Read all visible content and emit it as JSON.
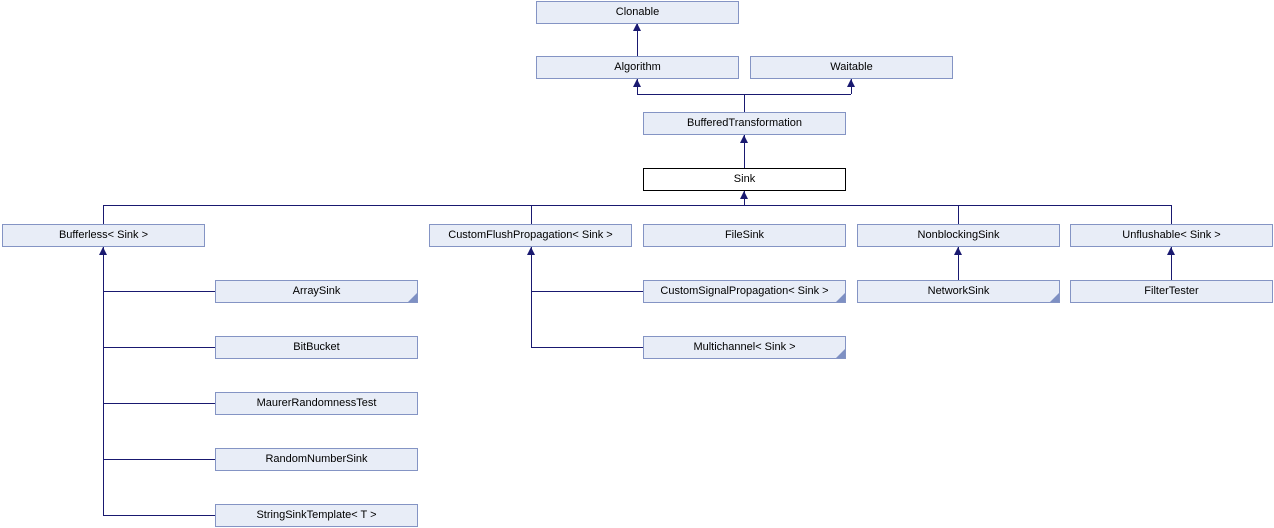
{
  "diagram": {
    "type": "class-inheritance-diagram",
    "current_class": "Sink",
    "colors": {
      "node_fill": "#e8edf7",
      "node_border": "#8494c4",
      "current_node_fill": "#ffffff",
      "current_node_border": "#000000",
      "edge": "#191970",
      "folded_corner": "#7e90c3",
      "text": "#000000"
    },
    "nodes": {
      "clonable": {
        "label": "Clonable",
        "folded": false
      },
      "algorithm": {
        "label": "Algorithm",
        "folded": false
      },
      "waitable": {
        "label": "Waitable",
        "folded": false
      },
      "buffered_transformation": {
        "label": "BufferedTransformation",
        "folded": false
      },
      "sink": {
        "label": "Sink",
        "folded": false,
        "current": true
      },
      "bufferless": {
        "label": "Bufferless< Sink >",
        "folded": false
      },
      "custom_flush_propagation": {
        "label": "CustomFlushPropagation< Sink >",
        "folded": false
      },
      "file_sink": {
        "label": "FileSink",
        "folded": false
      },
      "nonblocking_sink": {
        "label": "NonblockingSink",
        "folded": false
      },
      "unflushable": {
        "label": "Unflushable< Sink >",
        "folded": false
      },
      "array_sink": {
        "label": "ArraySink",
        "folded": true
      },
      "bit_bucket": {
        "label": "BitBucket",
        "folded": false
      },
      "maurer_randomness_test": {
        "label": "MaurerRandomnessTest",
        "folded": false
      },
      "random_number_sink": {
        "label": "RandomNumberSink",
        "folded": false
      },
      "string_sink_template": {
        "label": "StringSinkTemplate< T >",
        "folded": false
      },
      "custom_signal_propagation": {
        "label": "CustomSignalPropagation< Sink >",
        "folded": true
      },
      "multichannel": {
        "label": "Multichannel< Sink >",
        "folded": true
      },
      "network_sink": {
        "label": "NetworkSink",
        "folded": true
      },
      "filter_tester": {
        "label": "FilterTester",
        "folded": false
      }
    },
    "inheritance_edges": [
      {
        "derived": "Algorithm",
        "base": "Clonable"
      },
      {
        "derived": "BufferedTransformation",
        "base": "Algorithm"
      },
      {
        "derived": "BufferedTransformation",
        "base": "Waitable"
      },
      {
        "derived": "Sink",
        "base": "BufferedTransformation"
      },
      {
        "derived": "Bufferless< Sink >",
        "base": "Sink"
      },
      {
        "derived": "CustomFlushPropagation< Sink >",
        "base": "Sink"
      },
      {
        "derived": "FileSink",
        "base": "Sink"
      },
      {
        "derived": "NonblockingSink",
        "base": "Sink"
      },
      {
        "derived": "Unflushable< Sink >",
        "base": "Sink"
      },
      {
        "derived": "ArraySink",
        "base": "Bufferless< Sink >"
      },
      {
        "derived": "BitBucket",
        "base": "Bufferless< Sink >"
      },
      {
        "derived": "MaurerRandomnessTest",
        "base": "Bufferless< Sink >"
      },
      {
        "derived": "RandomNumberSink",
        "base": "Bufferless< Sink >"
      },
      {
        "derived": "StringSinkTemplate< T >",
        "base": "Bufferless< Sink >"
      },
      {
        "derived": "CustomSignalPropagation< Sink >",
        "base": "CustomFlushPropagation< Sink >"
      },
      {
        "derived": "Multichannel< Sink >",
        "base": "CustomFlushPropagation< Sink >"
      },
      {
        "derived": "NetworkSink",
        "base": "NonblockingSink"
      },
      {
        "derived": "FilterTester",
        "base": "Unflushable< Sink >"
      }
    ]
  }
}
